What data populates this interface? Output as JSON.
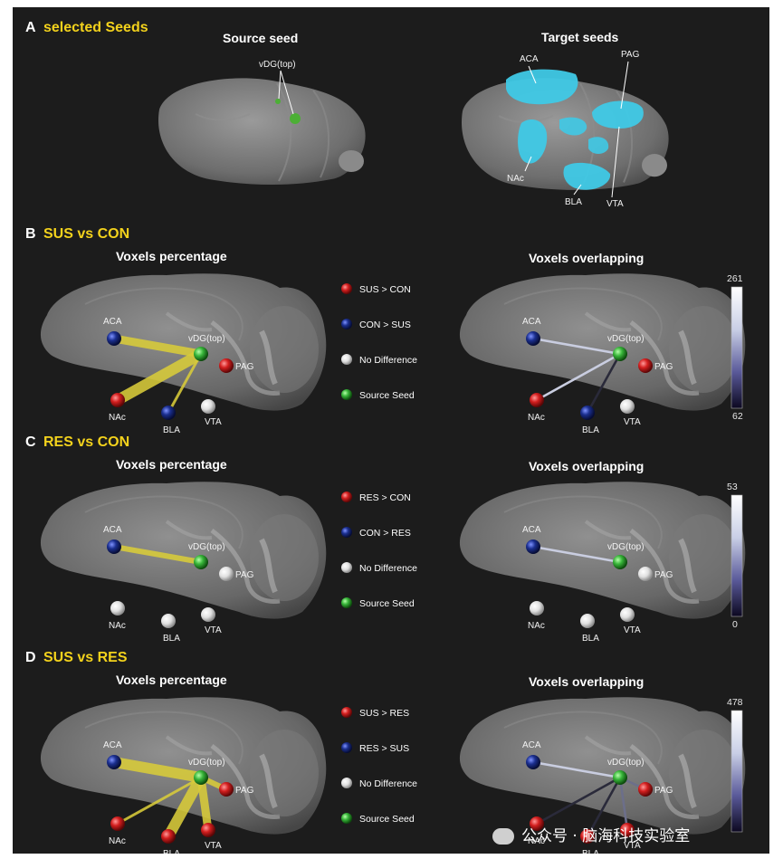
{
  "panel_A": {
    "letter": "A",
    "title": "selected Seeds",
    "source_title": "Source seed",
    "target_title": "Target seeds",
    "source_label": "vDG(top)",
    "target_labels": [
      "ACA",
      "PAG",
      "NAc",
      "BLA",
      "VTA"
    ]
  },
  "panels": [
    {
      "letter": "B",
      "title": "SUS vs CON",
      "left_title": "Voxels percentage",
      "right_title": "Voxels overlapping",
      "legend": [
        "SUS > CON",
        "CON > SUS",
        "No Difference",
        "Source Seed"
      ],
      "colorbar": {
        "max": "261",
        "min": "62"
      },
      "nodes": {
        "ACA": "blue",
        "PAG": "red",
        "NAc": "red",
        "BLA": "blue",
        "VTA": "white"
      },
      "edges_percentage": [
        {
          "to": "ACA",
          "weight": 3
        },
        {
          "to": "NAc",
          "weight": 4
        },
        {
          "to": "BLA",
          "weight": 1
        }
      ],
      "edges_overlapping": [
        {
          "to": "ACA",
          "shade": "light"
        },
        {
          "to": "NAc",
          "shade": "light"
        },
        {
          "to": "BLA",
          "shade": "dark"
        }
      ]
    },
    {
      "letter": "C",
      "title": "RES vs CON",
      "left_title": "Voxels percentage",
      "right_title": "Voxels overlapping",
      "legend": [
        "RES > CON",
        "CON > RES",
        "No Difference",
        "Source Seed"
      ],
      "colorbar": {
        "max": "53",
        "min": "0"
      },
      "nodes": {
        "ACA": "blue",
        "PAG": "white",
        "NAc": "white",
        "BLA": "white",
        "VTA": "white"
      },
      "edges_percentage": [
        {
          "to": "ACA",
          "weight": 2
        }
      ],
      "edges_overlapping": [
        {
          "to": "ACA",
          "shade": "light"
        }
      ]
    },
    {
      "letter": "D",
      "title": "SUS vs RES",
      "left_title": "Voxels percentage",
      "right_title": "Voxels overlapping",
      "legend": [
        "SUS > RES",
        "RES > SUS",
        "No Difference",
        "Source Seed"
      ],
      "colorbar": {
        "max": "478",
        "min": ""
      },
      "nodes": {
        "ACA": "blue",
        "PAG": "red",
        "NAc": "red",
        "BLA": "red",
        "VTA": "red"
      },
      "edges_percentage": [
        {
          "to": "ACA",
          "weight": 4
        },
        {
          "to": "PAG",
          "weight": 2
        },
        {
          "to": "NAc",
          "weight": 1
        },
        {
          "to": "BLA",
          "weight": 4
        },
        {
          "to": "VTA",
          "weight": 3
        }
      ],
      "edges_overlapping": [
        {
          "to": "ACA",
          "shade": "light"
        },
        {
          "to": "PAG",
          "shade": "mid"
        },
        {
          "to": "NAc",
          "shade": "dark"
        },
        {
          "to": "BLA",
          "shade": "dark"
        },
        {
          "to": "VTA",
          "shade": "mid"
        }
      ]
    }
  ],
  "node_labels": {
    "source": "vDG(top)",
    "ACA": "ACA",
    "PAG": "PAG",
    "NAc": "NAc",
    "BLA": "BLA",
    "VTA": "VTA"
  },
  "watermark": "公众号 · 脑海科技实验室",
  "colors": {
    "background": "#1c1c1c",
    "title_yellow": "#f3d21c",
    "edge_yellow": "#d9cc3a",
    "seed_cyan": "#3fc9e6",
    "node_red": "#d41f1f",
    "node_blue": "#1b2f8f",
    "node_white": "#e8e8e8",
    "node_green": "#38b53a"
  }
}
